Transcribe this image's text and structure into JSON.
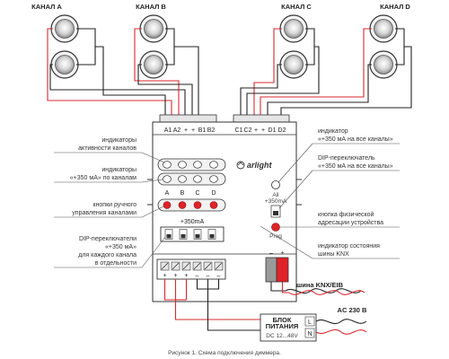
{
  "channels": {
    "a": "КАНАЛ A",
    "b": "КАНАЛ B",
    "c": "КАНАЛ C",
    "d": "КАНАЛ D"
  },
  "terminals_top": [
    "A1",
    "A2",
    "+",
    "+",
    "B1",
    "B2",
    "C1",
    "C2",
    "+",
    "+",
    "D1",
    "D2"
  ],
  "left_labels": {
    "activity": [
      "индикаторы",
      "активности каналов"
    ],
    "ma_ind": [
      "индикаторы",
      "«+350 мА» по каналам"
    ],
    "buttons": [
      "кнопки ручного",
      "управления каналами"
    ],
    "dip": [
      "DIP-переключатели",
      "«+350 мА»",
      "для каждого канала",
      "в отдельности"
    ]
  },
  "right_labels": {
    "all_ind": [
      "индикатор",
      "«+350 мА на все каналы»"
    ],
    "all_dip": [
      "DIP-переключатель",
      "«+350 мА на все каналы»"
    ],
    "prog_btn": [
      "кнопка физической",
      "адресации устройства"
    ],
    "knx_ind": [
      "индикатор состояния",
      "шины KNX"
    ]
  },
  "device": {
    "brand": "arlight",
    "channel_letters": [
      "A",
      "B",
      "C",
      "D"
    ],
    "ma_label": "+350mA",
    "all_label": [
      "All",
      "+350mA"
    ],
    "prog_label": "Prog"
  },
  "bottom_terminals": [
    "+",
    "+",
    "+",
    "–",
    "–",
    "–"
  ],
  "knx_terminals": [
    "–",
    "+"
  ],
  "bus_label": "шина KNX/EIB",
  "ac_label": "AC 230 В",
  "psu": {
    "title": [
      "БЛОК",
      "ПИТАНИЯ"
    ],
    "voltage": "DC 12...48V",
    "l": "L",
    "n": "N"
  },
  "caption": "Рисунок 1. Схема подключения диммера.",
  "colors": {
    "wire_red": "#d8282f",
    "wire_black": "#222222",
    "led_red": "#e0222a",
    "knx_red": "#e0222a",
    "knx_gray": "#9a9a9a"
  }
}
